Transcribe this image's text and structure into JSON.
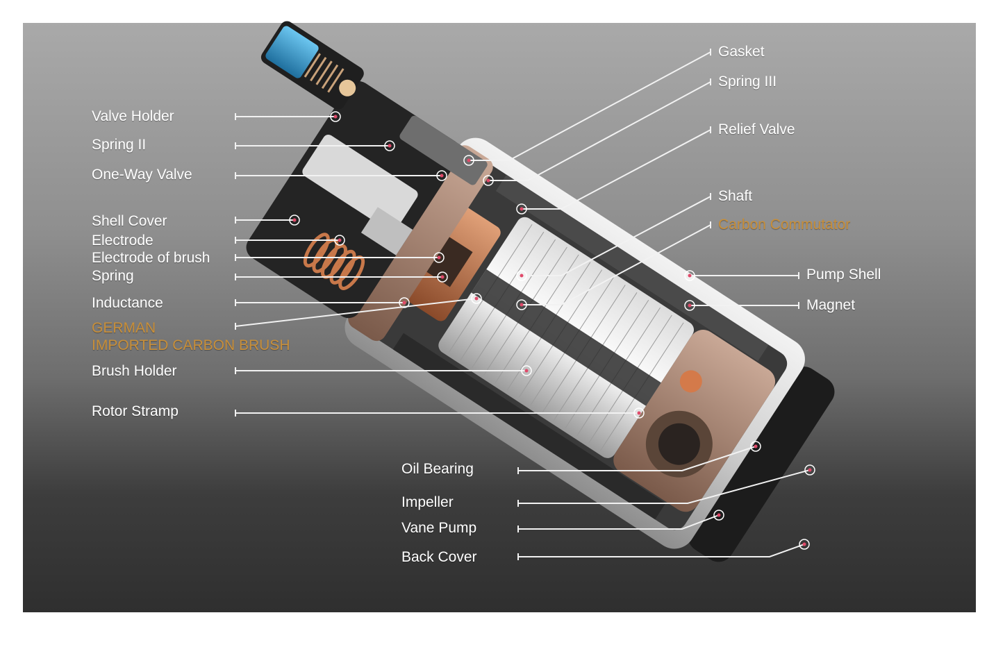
{
  "colors": {
    "label_text": "#ffffff",
    "accent_label": "#c88f3a",
    "leader_line": "#f2f2f2",
    "marker": "#e04a6a",
    "valve_blue": "#2f9fd6",
    "copper": "#c8784a",
    "shell": "#d8d8d8"
  },
  "labels": {
    "left": [
      {
        "id": "valve-holder",
        "text": "Valve Holder"
      },
      {
        "id": "spring-ii",
        "text": "Spring II"
      },
      {
        "id": "one-way-valve",
        "text": "One-Way Valve"
      },
      {
        "id": "shell-cover",
        "text": "Shell Cover"
      },
      {
        "id": "electrode",
        "text": "Electrode"
      },
      {
        "id": "electrode-of-brush",
        "text": "Electrode of brush"
      },
      {
        "id": "spring",
        "text": "Spring"
      },
      {
        "id": "inductance",
        "text": "Inductance"
      },
      {
        "id": "german",
        "text": "GERMAN"
      },
      {
        "id": "imported-carbon-brush",
        "text": "IMPORTED CARBON BRUSH"
      },
      {
        "id": "brush-holder",
        "text": "Brush Holder"
      },
      {
        "id": "rotor-stramp",
        "text": "Rotor Stramp"
      }
    ],
    "right": [
      {
        "id": "gasket",
        "text": "Gasket"
      },
      {
        "id": "spring-iii",
        "text": "Spring III"
      },
      {
        "id": "relief-valve",
        "text": "Relief Valve"
      },
      {
        "id": "shaft",
        "text": "Shaft"
      },
      {
        "id": "carbon-commutator",
        "text": "Carbon Commutator"
      },
      {
        "id": "pump-shell",
        "text": "Pump Shell"
      },
      {
        "id": "magnet",
        "text": "Magnet"
      }
    ],
    "bottom": [
      {
        "id": "oil-bearing",
        "text": "Oil Bearing"
      },
      {
        "id": "impeller",
        "text": "Impeller"
      },
      {
        "id": "vane-pump",
        "text": "Vane Pump"
      },
      {
        "id": "back-cover",
        "text": "Back Cover"
      }
    ]
  }
}
